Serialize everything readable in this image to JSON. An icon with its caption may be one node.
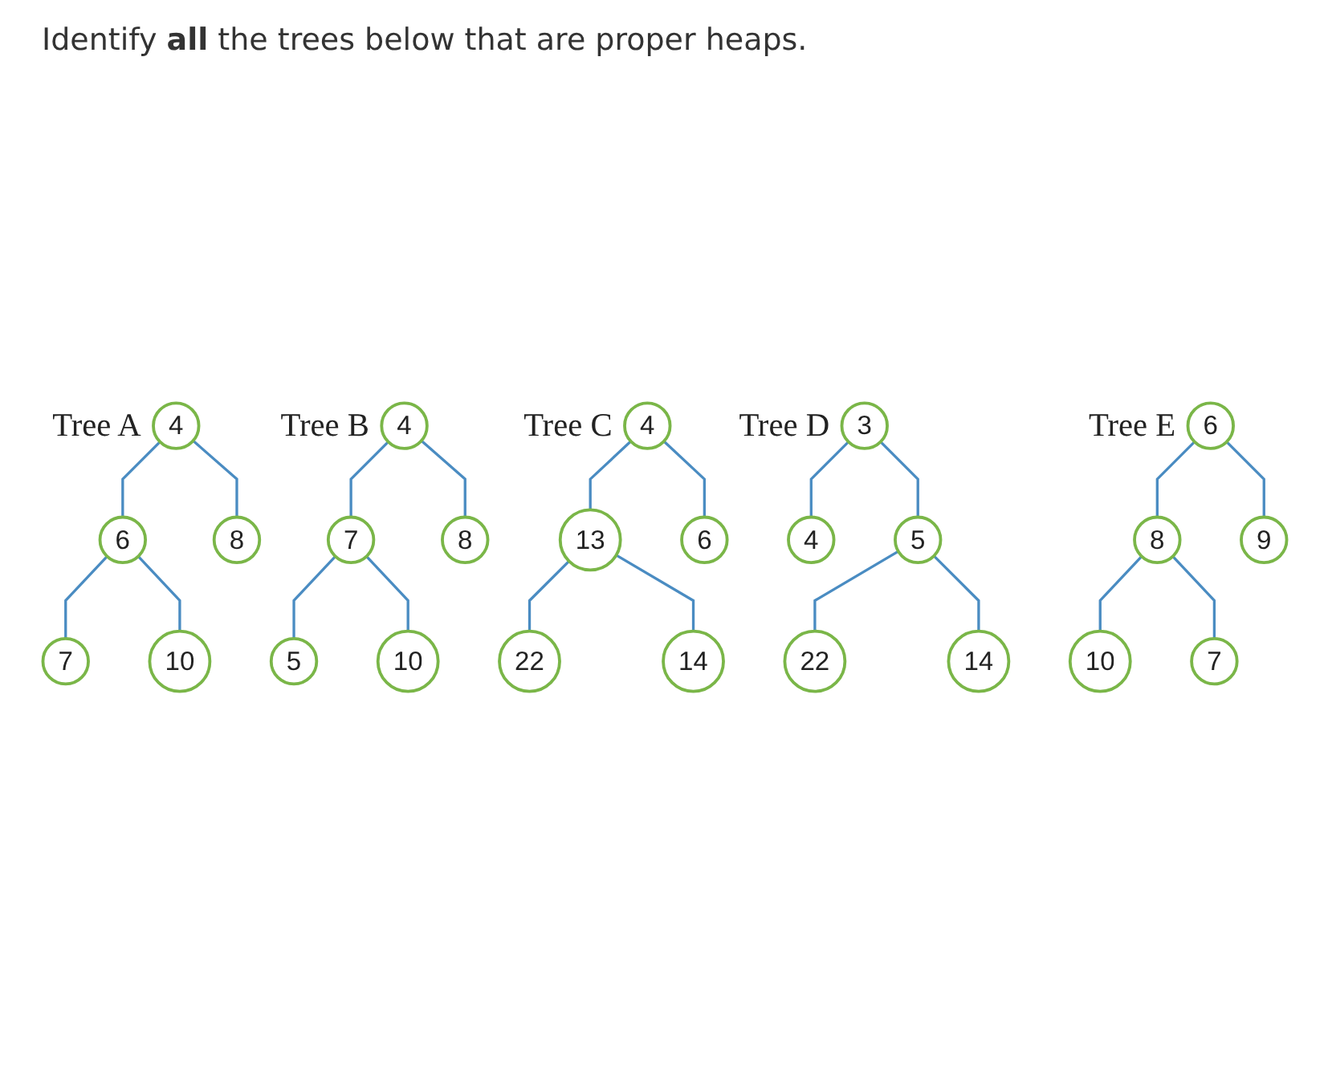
{
  "diagram": {
    "title": "Identify **all** the trees below that are proper heaps.",
    "nodes": [
      {
        "text": [
          "4"
        ],
        "beside": [
          "Tree A"
        ]
      },
      {
        "text": [
          "6"
        ]
      },
      {
        "text": [
          "8"
        ]
      },
      {
        "text": [
          "7"
        ]
      },
      {
        "text": [
          "10"
        ]
      },
      {
        "text": [
          "4"
        ],
        "beside": [
          "Tree B"
        ]
      },
      {
        "text": [
          "7"
        ]
      },
      {
        "text": [
          "8"
        ]
      },
      {
        "text": [
          "5"
        ]
      },
      {
        "text": [
          "10"
        ]
      },
      {
        "text": [
          "4"
        ],
        "beside": [
          "Tree C"
        ]
      },
      {
        "text": [
          "13"
        ]
      },
      {
        "text": [
          "6"
        ]
      },
      {
        "text": [
          "22"
        ]
      },
      {
        "text": [
          "14"
        ]
      },
      {
        "text": [
          "3"
        ],
        "beside": [
          "Tree D"
        ]
      },
      {
        "text": [
          "4"
        ]
      },
      {
        "text": [
          "5"
        ]
      },
      {
        "text": [
          "22"
        ]
      },
      {
        "text": [
          "14"
        ]
      },
      {
        "text": [
          "6"
        ],
        "beside": [
          "Tree E"
        ]
      },
      {
        "text": [
          "8"
        ]
      },
      {
        "text": [
          "9"
        ]
      },
      {
        "text": [
          "10"
        ]
      },
      {
        "text": [
          "7"
        ]
      }
    ],
    "edges": [
      {
        "from": 0,
        "to": 1,
        "arrow": "none"
      },
      {
        "from": 0,
        "to": 2,
        "arrow": "none"
      },
      {
        "from": 1,
        "to": 3,
        "arrow": "none"
      },
      {
        "from": 1,
        "to": 4,
        "arrow": "none"
      },
      {
        "from": 5,
        "to": 6,
        "arrow": "none"
      },
      {
        "from": 5,
        "to": 7,
        "arrow": "none"
      },
      {
        "from": 6,
        "to": 8,
        "arrow": "none"
      },
      {
        "from": 6,
        "to": 9,
        "arrow": "none"
      },
      {
        "from": 10,
        "to": 11,
        "arrow": "none"
      },
      {
        "from": 10,
        "to": 12,
        "arrow": "none"
      },
      {
        "from": 11,
        "to": 13,
        "arrow": "none"
      },
      {
        "from": 11,
        "to": 14,
        "arrow": "none"
      },
      {
        "from": 15,
        "to": 16,
        "arrow": "none"
      },
      {
        "from": 15,
        "to": 17,
        "arrow": "none"
      },
      {
        "from": 17,
        "to": 18,
        "arrow": "none"
      },
      {
        "from": 17,
        "to": 19,
        "arrow": "none"
      },
      {
        "from": 20,
        "to": 21,
        "arrow": "none"
      },
      {
        "from": 20,
        "to": 22,
        "arrow": "none"
      },
      {
        "from": 21,
        "to": 23,
        "arrow": "none"
      },
      {
        "from": 21,
        "to": 24,
        "arrow": "none"
      }
    ]
  }
}
